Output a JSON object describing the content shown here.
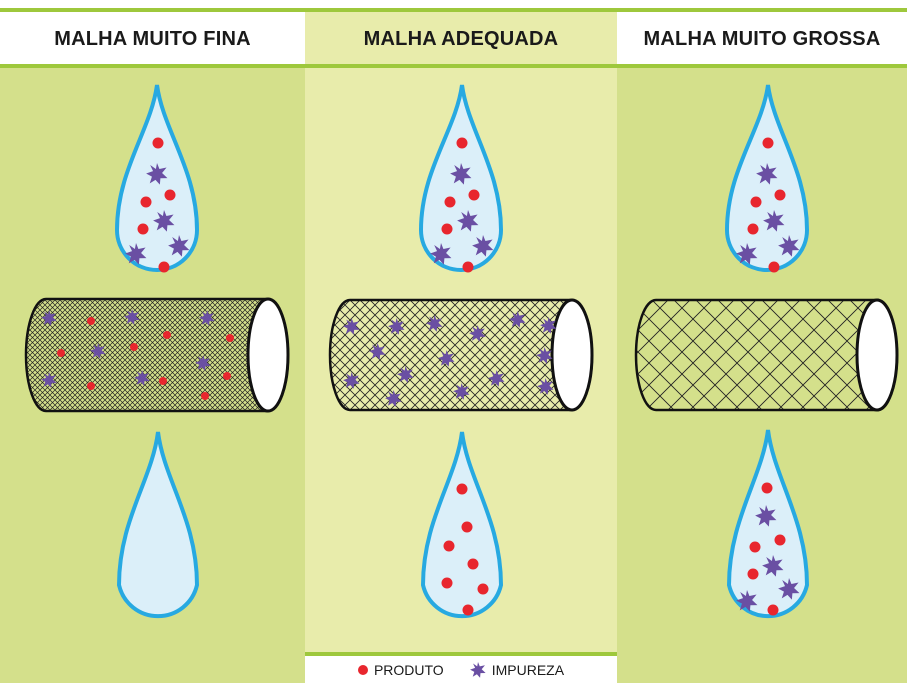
{
  "columns": [
    {
      "title": "MALHA MUITO FINA"
    },
    {
      "title": "MALHA ADEQUADA"
    },
    {
      "title": "MALHA MUITO GROSSA"
    }
  ],
  "legend": {
    "produto": "PRODUTO",
    "impureza": "IMPUREZA"
  },
  "colors": {
    "panel_outer": "#d4e08b",
    "panel_middle": "#e8ecab",
    "accent_line": "#9ec83c",
    "drop_fill": "#dbeff9",
    "drop_stroke": "#27a9e1",
    "produto": "#e8262e",
    "impureza": "#6a4fa3"
  }
}
